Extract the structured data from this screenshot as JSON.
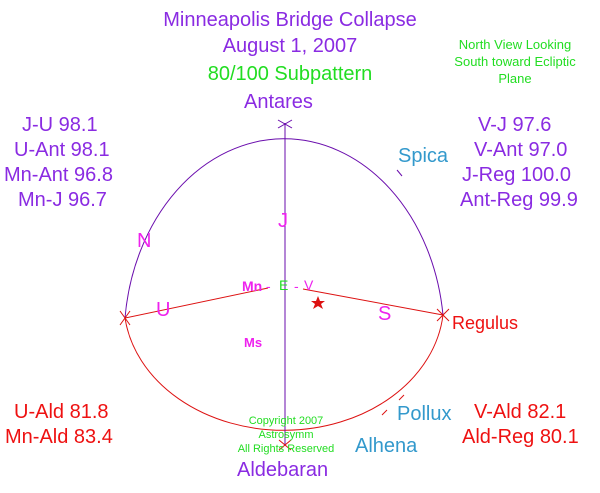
{
  "title": {
    "line1": "Minneapolis Bridge Collapse",
    "line2": "August 1, 2007",
    "line3": "80/100 Subpattern"
  },
  "view_note": {
    "line1": "North View Looking",
    "line2": "South toward Ecliptic",
    "line3": "Plane"
  },
  "stars": {
    "top": "Antares",
    "right": "Regulus",
    "bottom": "Aldebaran",
    "spica": "Spica",
    "pollux": "Pollux",
    "alhena": "Alhena"
  },
  "planets": {
    "jupiter": "J",
    "mercury": "Mn",
    "earth": "E",
    "venus": "V",
    "uranus": "U",
    "saturn": "S",
    "mars": "Ms",
    "north": "N"
  },
  "aspects_top_left": [
    "J-U 98.1",
    "U-Ant 98.1",
    "Mn-Ant 96.8",
    "Mn-J 96.7"
  ],
  "aspects_top_right": [
    "V-J 97.6",
    "V-Ant 97.0",
    "J-Reg 100.0",
    "Ant-Reg 99.9"
  ],
  "aspects_bottom_left": [
    "U-Ald 81.8",
    "Mn-Ald 83.4"
  ],
  "aspects_bottom_right": [
    "V-Ald 82.1",
    "Ald-Reg 80.1"
  ],
  "copyright": {
    "line1": "Copyright 2007",
    "line2": "Astrosymm",
    "line3": "All Rights Reserved"
  },
  "colors": {
    "purple": "#8a2be2",
    "green": "#22dd22",
    "red": "#ee1111",
    "blue": "#3399cc",
    "magenta": "#ee22ee"
  }
}
